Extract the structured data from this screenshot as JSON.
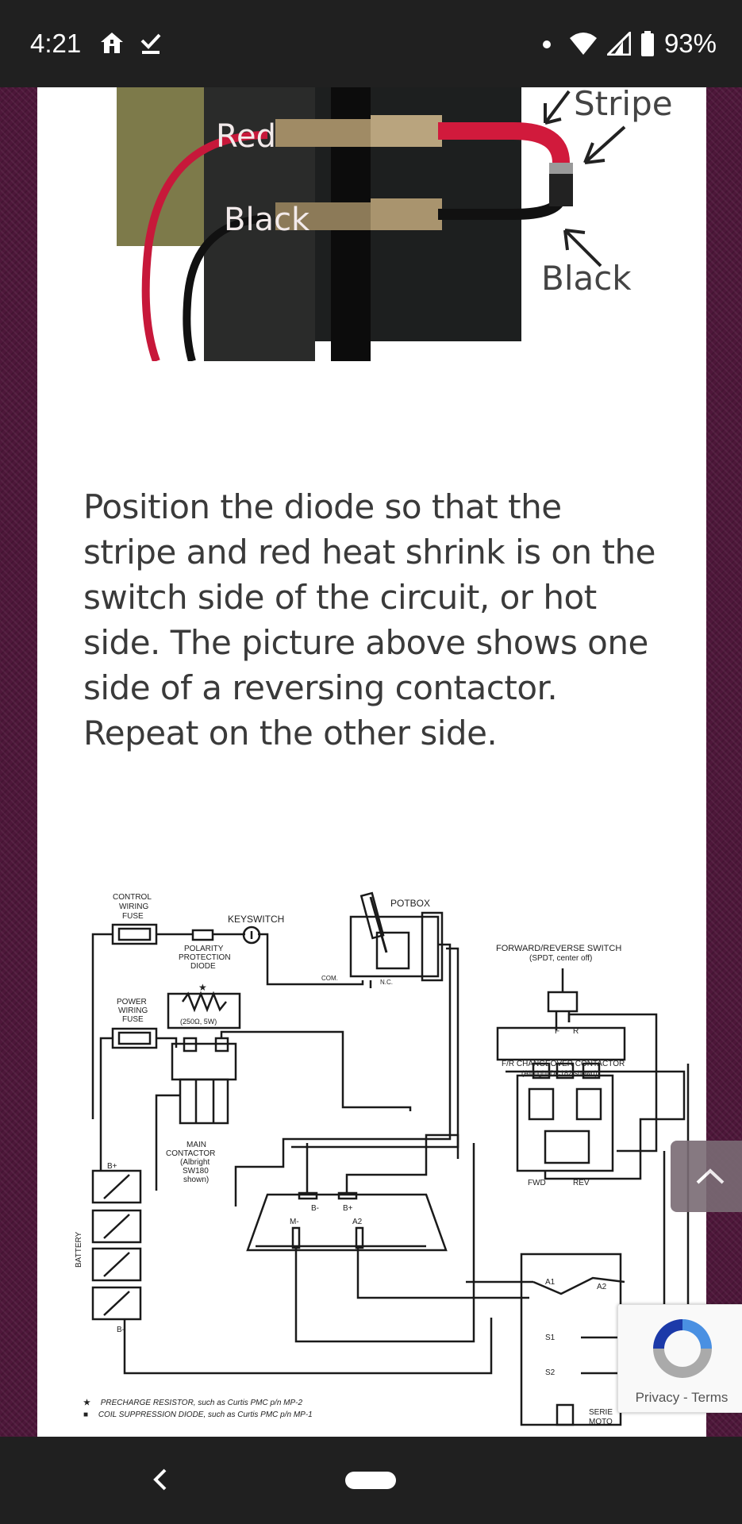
{
  "status_bar": {
    "time": "4:21",
    "battery": "93%",
    "left_icons": [
      "home-icon",
      "download-done-icon"
    ],
    "right_icons": [
      "dot-icon",
      "wifi-icon",
      "signal-icon",
      "battery-icon"
    ]
  },
  "photo": {
    "labels": {
      "red": "Red",
      "black_left": "Black",
      "stripe": "Stripe",
      "black_right": "Black"
    }
  },
  "caption": {
    "lines": [
      "Position the diode so that the",
      "stripe and red heat shrink is on the",
      "switch side of the circuit, or hot",
      "side. The picture above shows one",
      "side of a reversing contactor.",
      "Repeat on the other side."
    ]
  },
  "diagram": {
    "control_fuse": [
      "CONTROL",
      "WIRING",
      "FUSE"
    ],
    "keyswitch": "KEYSWITCH",
    "polarity_diode": [
      "POLARITY",
      "PROTECTION",
      "DIODE"
    ],
    "potbox": "POTBOX",
    "com": "COM.",
    "nc": "N.C.",
    "fr_switch": [
      "FORWARD/REVERSE SWITCH",
      "(SPDT, center off)"
    ],
    "power_fuse": [
      "POWER",
      "WIRING",
      "FUSE"
    ],
    "resistor": "(250Ω, 5W)",
    "f_label": "F",
    "r_label": "R",
    "changeover": [
      "F/R CHANGEOVER CONTACTOR",
      "(Albright DC182 shown)"
    ],
    "main_contactor": [
      "MAIN",
      "CONTACTOR",
      "(Albright",
      "SW180",
      "shown)"
    ],
    "fwd": "FWD",
    "rev": "REV",
    "b_plus": "B+",
    "b_minus": "B-",
    "m_minus": "M-",
    "a2": "A2",
    "a1": "A1",
    "s1": "S1",
    "s2": "S2",
    "battery": "BATTERY",
    "motor": [
      "SERIE",
      "MOTO"
    ],
    "star": "★"
  },
  "footnotes": [
    {
      "marker": "★",
      "text": "PRECHARGE RESISTOR, such as Curtis PMC p/n MP-2"
    },
    {
      "marker": "■",
      "text": "COIL SUPPRESSION DIODE, such as Curtis PMC p/n MP-1"
    }
  ],
  "recaptcha": {
    "privacy": "Privacy",
    "separator": " - ",
    "terms": "Terms"
  },
  "colors": {
    "status_bar": "#202020",
    "page_bg": "#4e173a",
    "card": "#ffffff"
  }
}
